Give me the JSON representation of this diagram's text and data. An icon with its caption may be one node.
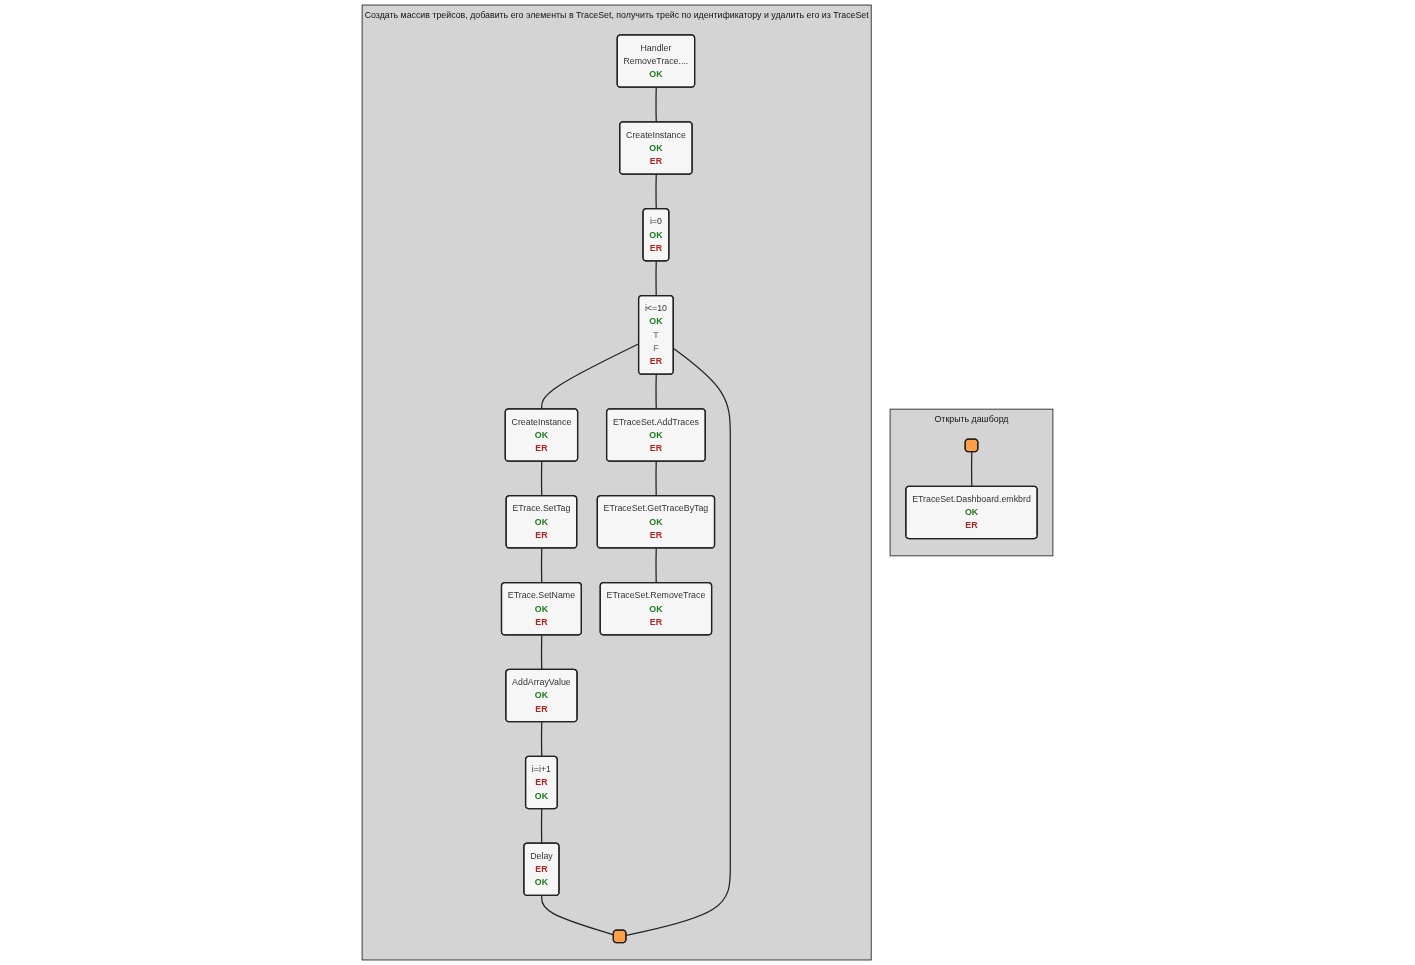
{
  "diagram": {
    "nodes": [
      {
        "text": [
          "Открыть дашборд"
        ]
      },
      {
        "text": [],
        "shape": "box",
        "in": 0
      },
      {
        "text": [
          "ETraceSet.Dashboard.emkbrd",
          "OK",
          "ER"
        ],
        "in": 0
      },
      {
        "text": [
          "Создать массив трейсов, добавить его элементы в TraceSet, получить трейс по идентификатору и удалить его из TraceSet"
        ]
      },
      {
        "text": [
          "Handler",
          "RemoveTrace....",
          "OK"
        ],
        "in": 3
      },
      {
        "text": [
          "CreateInstance",
          "OK",
          "ER"
        ],
        "in": 3
      },
      {
        "text": [
          "i=0",
          "OK",
          "ER"
        ],
        "in": 3
      },
      {
        "text": [
          "i<=10",
          "OK",
          "T",
          "F",
          "ER"
        ],
        "in": 3
      },
      {
        "text": [],
        "shape": "box",
        "in": 3
      },
      {
        "text": [
          "Delay",
          "ER",
          "OK"
        ],
        "in": 3
      },
      {
        "text": [
          "CreateInstance",
          "OK",
          "ER"
        ],
        "in": 3
      },
      {
        "text": [
          "ETraceSet.AddTraces",
          "OK",
          "ER"
        ],
        "in": 3
      },
      {
        "text": [
          "ETrace.SetTag",
          "OK",
          "ER"
        ],
        "in": 3
      },
      {
        "text": [
          "ETraceSet.GetTraceByTag",
          "OK",
          "ER"
        ],
        "in": 3
      },
      {
        "text": [
          "ETrace.SetName",
          "OK",
          "ER"
        ],
        "in": 3
      },
      {
        "text": [
          "ETraceSet.RemoveTrace",
          "OK",
          "ER"
        ],
        "in": 3
      },
      {
        "text": [
          "i=i+1",
          "ER",
          "OK"
        ],
        "in": 3
      },
      {
        "text": [
          "AddArrayValue",
          "OK",
          "ER"
        ],
        "in": 3
      }
    ],
    "edges": [
      {
        "from": 1,
        "to": 2,
        "arrow": "none"
      },
      {
        "from": 4,
        "to": 5,
        "arrow": "none"
      },
      {
        "from": 5,
        "to": 6,
        "arrow": "none"
      },
      {
        "from": 6,
        "to": 7,
        "arrow": "none"
      },
      {
        "from": 8,
        "to": 7,
        "arrow": "none"
      },
      {
        "from": 7,
        "to": 10,
        "arrow": "none"
      },
      {
        "from": 7,
        "to": 11,
        "arrow": "none"
      },
      {
        "from": 9,
        "to": 8,
        "arrow": "none"
      },
      {
        "from": 16,
        "to": 9,
        "arrow": "none"
      },
      {
        "from": 17,
        "to": 16,
        "arrow": "none"
      },
      {
        "from": 10,
        "to": 12,
        "arrow": "none"
      },
      {
        "from": 12,
        "to": 14,
        "arrow": "none"
      },
      {
        "from": 14,
        "to": 17,
        "arrow": "none"
      },
      {
        "from": 11,
        "to": 13,
        "arrow": "none"
      },
      {
        "from": 13,
        "to": 15,
        "arrow": "none"
      }
    ]
  }
}
